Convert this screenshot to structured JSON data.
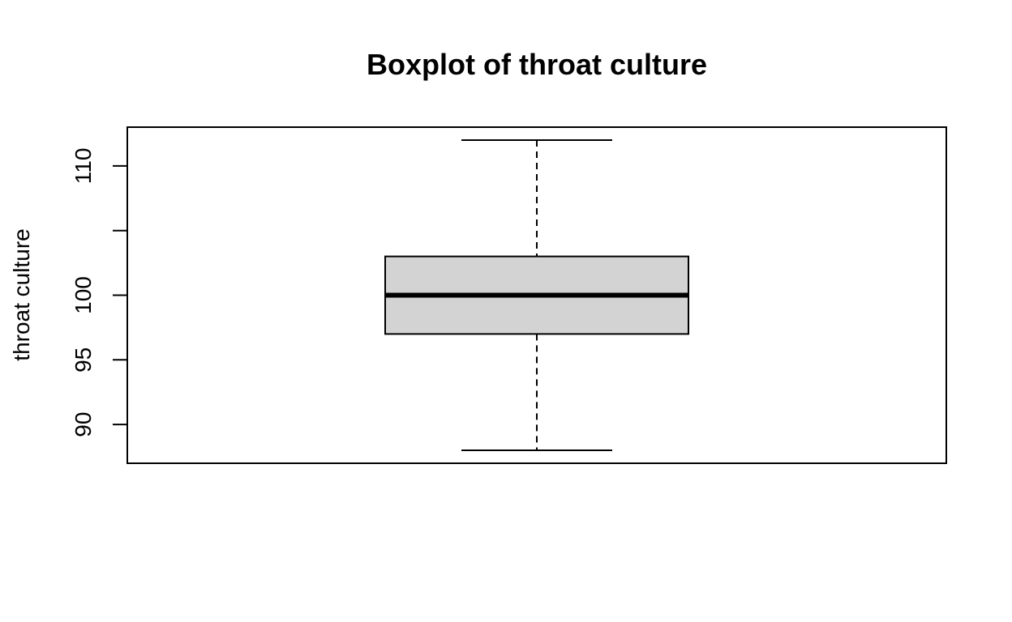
{
  "chart_data": {
    "type": "box",
    "title": "Boxplot of throat culture",
    "xlabel": "",
    "ylabel": "throat culture",
    "ylim": [
      87,
      113
    ],
    "yticks": [
      90,
      95,
      100,
      105,
      110
    ],
    "ytick_labels": [
      "90",
      "95",
      "100",
      "",
      "110"
    ],
    "box": {
      "whisker_low": 88,
      "q1": 97,
      "median": 100,
      "q3": 103,
      "whisker_high": 112
    },
    "box_fill": "#d3d3d3",
    "grid": false
  }
}
